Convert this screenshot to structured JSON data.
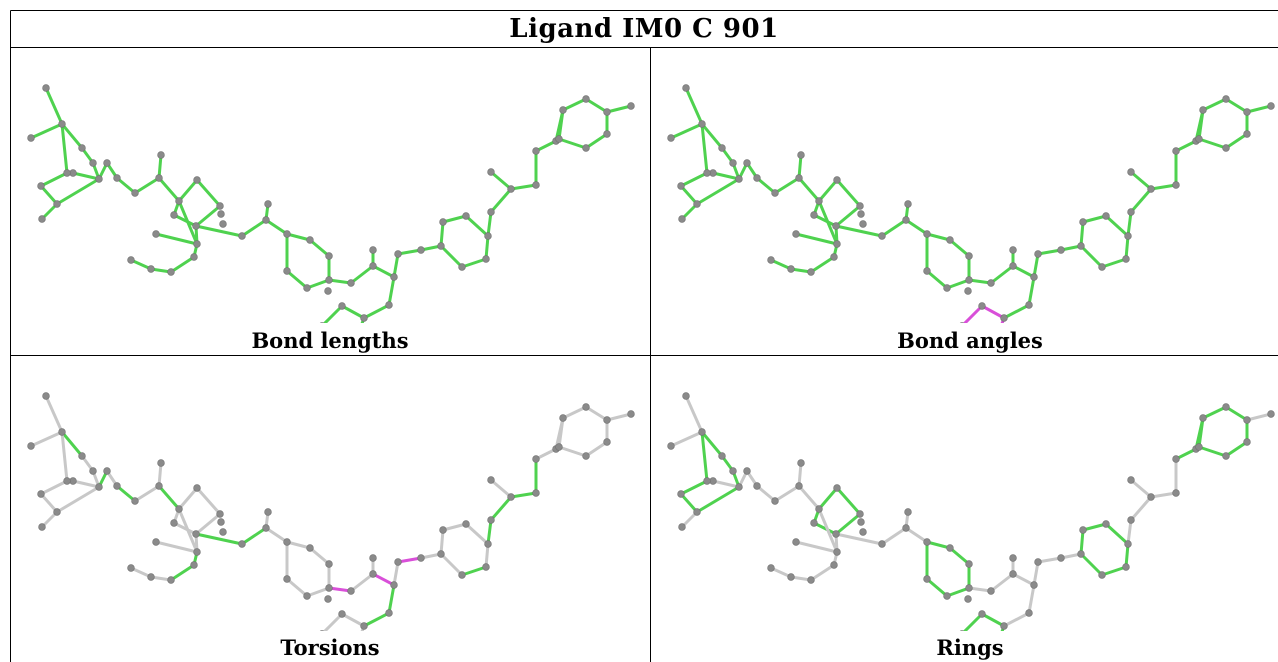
{
  "title": "Ligand IM0 C 901",
  "panels": [
    {
      "id": "bond-lengths",
      "caption": "Bond lengths",
      "highlight": "lengths"
    },
    {
      "id": "bond-angles",
      "caption": "Bond angles",
      "highlight": "angles"
    },
    {
      "id": "torsions",
      "caption": "Torsions",
      "highlight": "torsions"
    },
    {
      "id": "rings",
      "caption": "Rings",
      "highlight": "rings"
    }
  ],
  "colors": {
    "ok": "#4fd24f",
    "outlier": "#d94fd9",
    "neutral": "#c8c8c8",
    "atom": "#8a8a8a",
    "grid": "#000000"
  }
}
